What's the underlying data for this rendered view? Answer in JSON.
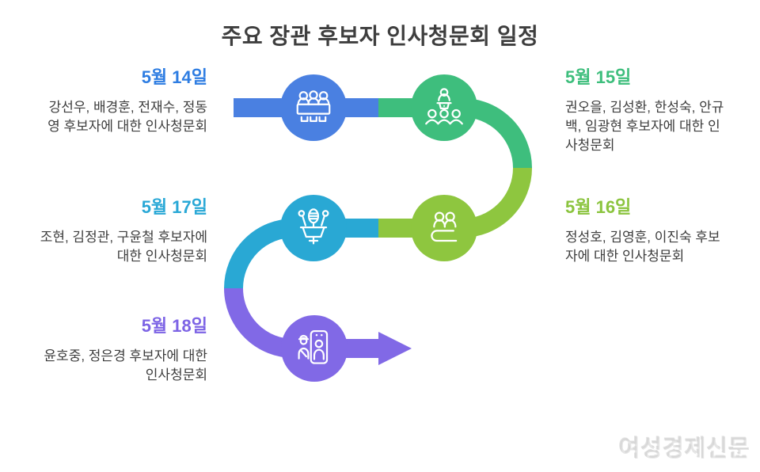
{
  "title": "주요 장관 후보자 인사청문회 일정",
  "watermark": "여성경제신문",
  "colors": {
    "title_text": "#3e3e3e",
    "body_text": "#3d3d3d",
    "blue": "#4a80e1",
    "blue_label": "#2e7de2",
    "green": "#3ebe7d",
    "lime": "#8ec63f",
    "cyan": "#29a8d4",
    "purple": "#8169e6",
    "icon_stroke": "#ffffff"
  },
  "events": [
    {
      "date": "5월 14일",
      "description": "강선우, 배경훈, 전재수, 정동영 후보자에 대한 인사청문회",
      "color": "#4a80e1",
      "icon": "committee-panel-icon",
      "side": "left"
    },
    {
      "date": "5월 15일",
      "description": "권오을, 김성환, 한성숙, 안규백, 임광현 후보자에 대한 인사청문회",
      "color": "#3ebe7d",
      "icon": "speaker-audience-icon",
      "side": "right"
    },
    {
      "date": "5월 16일",
      "description": "정성호, 김영훈, 이진숙 후보자에 대한 인사청문회",
      "color": "#8ec63f",
      "icon": "witnesses-desk-icon",
      "side": "right"
    },
    {
      "date": "5월 17일",
      "description": "조현, 김정관, 구윤철 후보자에 대한 인사청문회",
      "color": "#29a8d4",
      "icon": "microphones-podium-icon",
      "side": "left"
    },
    {
      "date": "5월 18일",
      "description": "윤호중, 정은경 후보자에 대한 인사청문회",
      "color": "#8169e6",
      "icon": "security-gate-icon",
      "side": "left"
    }
  ]
}
